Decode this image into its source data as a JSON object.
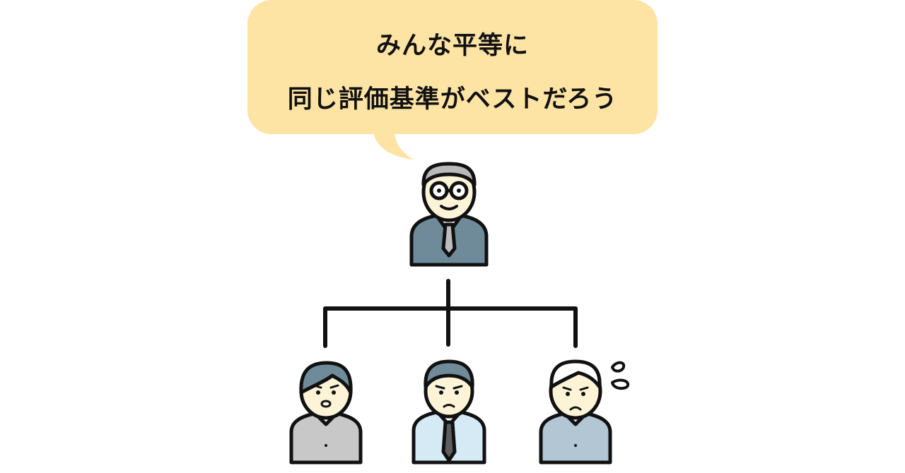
{
  "speech_bubble": {
    "line1": "みんな平等に",
    "line2": "同じ評価基準がベストだろう"
  },
  "colors": {
    "bubble": "#fde3a4",
    "outline": "#111111",
    "boss_suit": "#6f8b9a",
    "boss_hair": "#b9b9b9",
    "skin": "#fdf3d7",
    "left_hair": "#6f8b9a",
    "left_shirt": "#c8c8c8",
    "center_hair": "#6f8b9a",
    "center_shirt": "#d6eaf6",
    "right_shirt": "#b2c6d3",
    "tie_boss": "#bdbdbd",
    "tie_center": "#5e5e5e"
  },
  "people": [
    {
      "role": "boss",
      "expression": "smiling",
      "accessory": "glasses"
    },
    {
      "role": "subordinate",
      "expression": "worried"
    },
    {
      "role": "subordinate",
      "expression": "worried"
    },
    {
      "role": "subordinate",
      "expression": "worried-sweating"
    }
  ],
  "icons": [
    "speech-bubble",
    "org-chart-connector",
    "sweat-drops-icon"
  ]
}
